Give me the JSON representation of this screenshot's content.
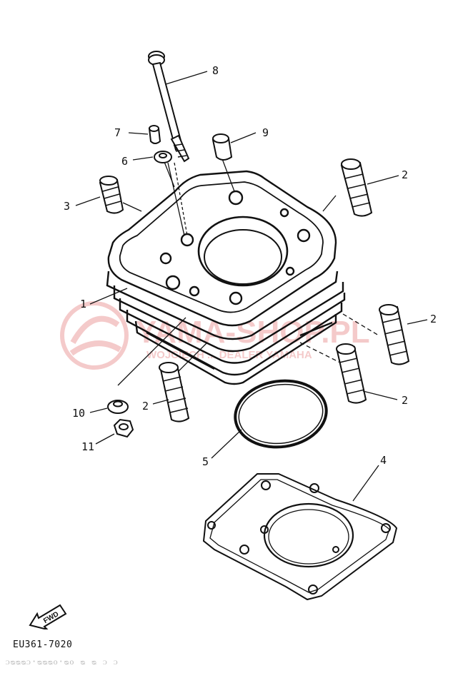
{
  "labels": {
    "part_1": "1",
    "part_2": "2",
    "part_3": "3",
    "part_4": "4",
    "part_5": "5",
    "part_6": "6",
    "part_7": "7",
    "part_8": "8",
    "part_9": "9",
    "part_10": "10",
    "part_11": "11"
  },
  "watermark": {
    "brand": "YAMA-SHOP.PL",
    "tagline": "WOJCIECH ... DEALER YAMAHA",
    "color": "#e06b6b"
  },
  "fwd_label": "FWD",
  "figure_code": "EU361-7020",
  "bottom_strip": "ᴐᴓᴓᴓᴐ·ᴓᴓᴓᴏ·ᴓᴏ ᴓ ᴓ ᴐ    ᴐ"
}
